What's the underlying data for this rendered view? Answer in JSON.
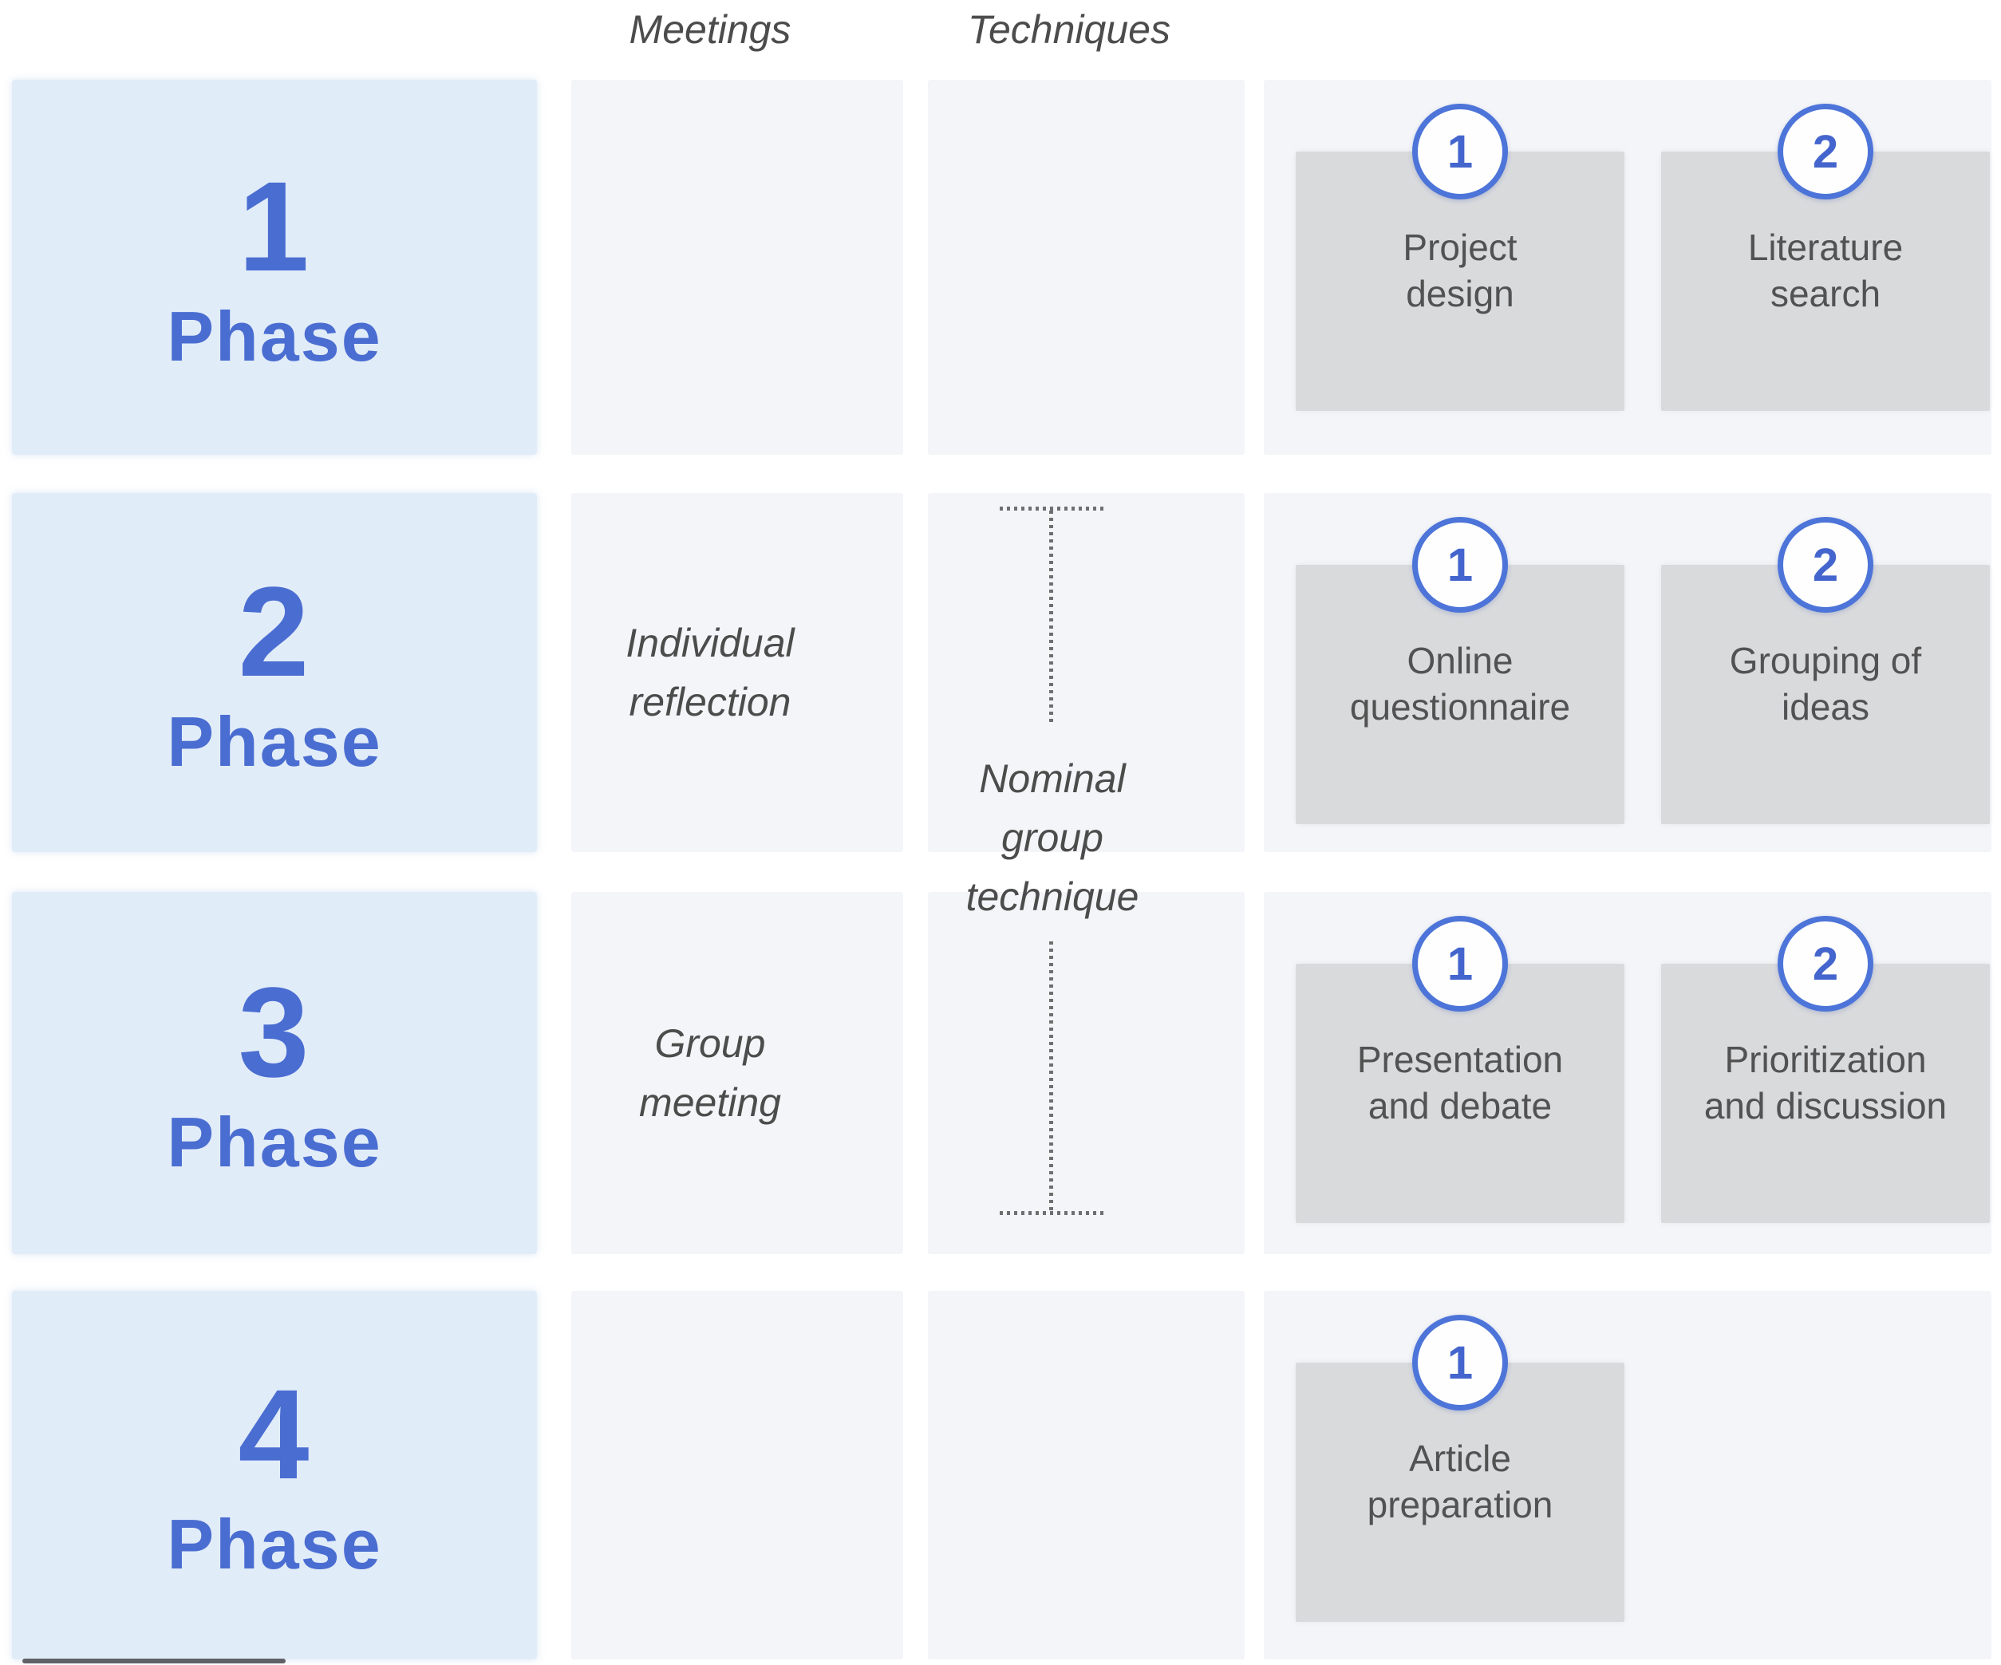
{
  "figure": {
    "column_headers": {
      "meetings": "Meetings",
      "techniques": "Techniques"
    },
    "technique_bracket": {
      "lines": [
        "Nominal",
        "group",
        "technique"
      ]
    },
    "phases": [
      {
        "number": "1",
        "word": "Phase",
        "meeting_lines": [],
        "steps": [
          {
            "num": "1",
            "lines": [
              "Project",
              "design"
            ]
          },
          {
            "num": "2",
            "lines": [
              "Literature",
              "search"
            ]
          }
        ]
      },
      {
        "number": "2",
        "word": "Phase",
        "meeting_lines": [
          "Individual",
          "reflection"
        ],
        "steps": [
          {
            "num": "1",
            "lines": [
              "Online",
              "questionnaire"
            ]
          },
          {
            "num": "2",
            "lines": [
              "Grouping of",
              "ideas"
            ]
          }
        ]
      },
      {
        "number": "3",
        "word": "Phase",
        "meeting_lines": [
          "Group",
          "meeting"
        ],
        "steps": [
          {
            "num": "1",
            "lines": [
              "Presentation",
              "and debate"
            ]
          },
          {
            "num": "2",
            "lines": [
              "Prioritization",
              "and discussion"
            ]
          }
        ]
      },
      {
        "number": "4",
        "word": "Phase",
        "meeting_lines": [],
        "steps": [
          {
            "num": "1",
            "lines": [
              "Article",
              "preparation"
            ]
          }
        ]
      }
    ],
    "colors": {
      "blue-text": "#4a6dd1",
      "blue-box": "#e1ecf9",
      "col-bg": "#f4f5f8",
      "gray-box": "#d9dadc",
      "text-dark": "#4c4c4c",
      "step-text": "#525252",
      "circle-border": "#4d74d8",
      "circle-num": "#4465cd",
      "dot": "#6f6f6f"
    }
  }
}
